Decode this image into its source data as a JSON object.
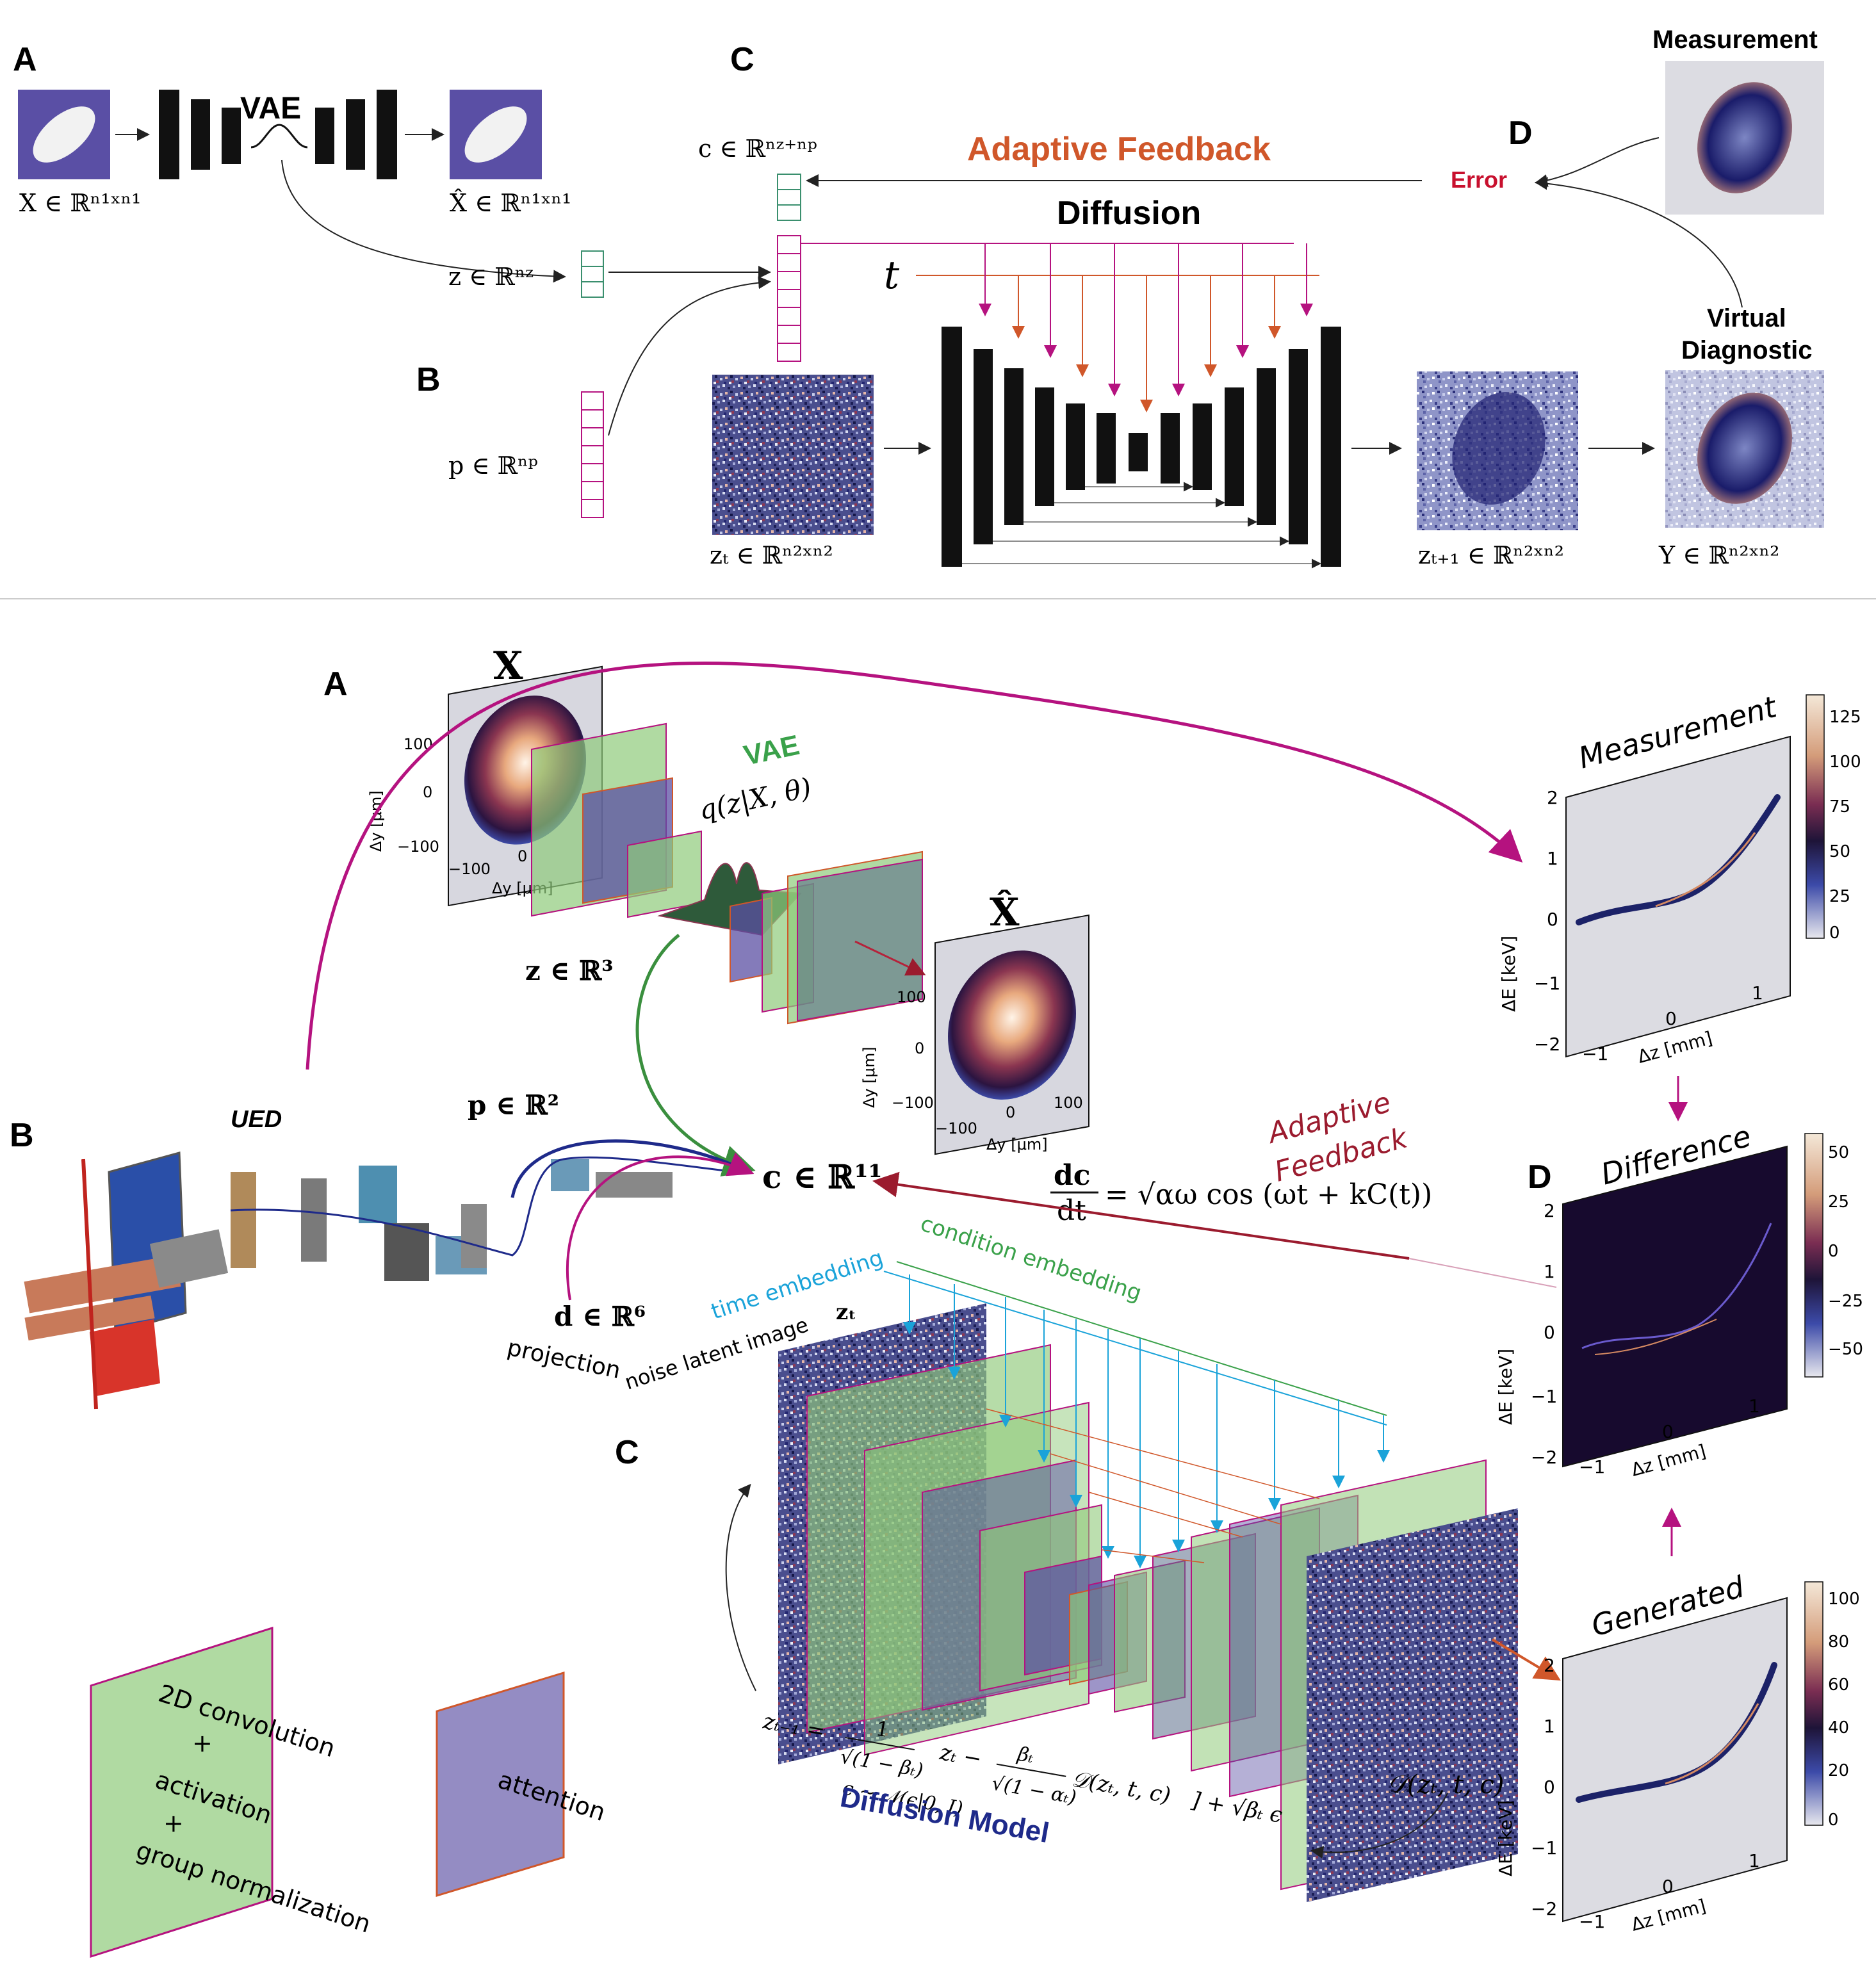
{
  "colors": {
    "magenta": "#b5127f",
    "teal": "#3a8f6e",
    "orange": "#d0572a",
    "darkred": "#9b1b2e",
    "navy": "#1e2a8a",
    "green_text": "#3aa14a",
    "cyan_text": "#1aa3d9",
    "purple_block": "#5b4fa3",
    "black": "#111111"
  },
  "top": {
    "panel_A": "A",
    "panel_B": "B",
    "panel_C": "C",
    "panel_D": "D",
    "vae": "VAE",
    "x_math": "X ∈ ℝⁿ¹ˣⁿ¹",
    "xhat_math": "X̂ ∈ ℝⁿ¹ˣⁿ¹",
    "z_math": "z ∈ ℝⁿᶻ",
    "p_math": "p ∈ ℝⁿᵖ",
    "c_math": "c ∈ ℝⁿᶻ⁺ⁿᵖ",
    "adaptive_feedback": "Adaptive Feedback",
    "diffusion": "Diffusion",
    "t": "t",
    "error": "Error",
    "measurement": "Measurement",
    "virtual_diagnostic_1": "Virtual",
    "virtual_diagnostic_2": "Diagnostic",
    "zt_math": "zₜ ∈ ℝⁿ²ˣⁿ²",
    "zt1_math": "zₜ₊₁ ∈ ℝⁿ²ˣⁿ²",
    "y_math": "Y ∈ ℝⁿ²ˣⁿ²"
  },
  "bottom": {
    "panel_A": "A",
    "panel_B": "B",
    "panel_C": "C",
    "panel_D": "D",
    "X": "X",
    "Xhat": "X̂",
    "vae": "VAE",
    "q_expr": "q(z|X, θ)",
    "z_math": "z ∈ ℝ³",
    "p_math": "p ∈ ℝ²",
    "c_math": "c ∈ ℝ¹¹",
    "d_math": "d ∈ ℝ⁶",
    "projection": "projection",
    "ued": "UED",
    "adaptive_1": "Adaptive",
    "adaptive_2": "Feedback",
    "ode_lhs_num": "dc",
    "ode_lhs_den": "dt",
    "ode_rhs": "= √αω cos (ωt + kC(t))",
    "time_embedding": "time embedding",
    "condition_embedding": "condition embedding",
    "noise_latent": "noise latent image",
    "zt_label": "zₜ",
    "zt_prev": "zₜ₋₁ =",
    "frac1_num": "1",
    "frac1_den": "√(1 − βₜ)",
    "inner_zt": "zₜ −",
    "frac2_num": "βₜ",
    "frac2_den": "√(1 − αₜ)",
    "d_expr": "𝒟(zₜ, t, c)",
    "plus_noise": "] + √βₜ ϵ",
    "eps_dist": "ϵ ∼ 𝒩(ϵ|0, I)",
    "diffusion_model": "Diffusion Model",
    "d_out": "𝒟(zₜ, t, c)",
    "legend_conv_1": "2D convolution",
    "legend_conv_2": "+",
    "legend_conv_3": "activation",
    "legend_conv_4": "+",
    "legend_conv_5": "group normalization",
    "legend_attention": "attention",
    "measurement": "Measurement",
    "difference": "Difference",
    "generated": "Generated",
    "dE_label": "ΔE [keV]",
    "dz_label": "Δz [mm]",
    "dy_label": "Δy [μm]",
    "dy_ticks": [
      "100",
      "0",
      "−100"
    ],
    "dx_ticks": [
      "−100",
      "0",
      "100"
    ],
    "dE_ticks": [
      "2",
      "1",
      "0",
      "−1",
      "−2"
    ],
    "dz_ticks": [
      "−1",
      "0",
      "1"
    ],
    "cbar_measurement": [
      "125",
      "100",
      "75",
      "50",
      "25",
      "0"
    ],
    "cbar_difference": [
      "50",
      "25",
      "0",
      "−25",
      "−50"
    ],
    "cbar_generated": [
      "100",
      "80",
      "60",
      "40",
      "20",
      "0"
    ]
  }
}
